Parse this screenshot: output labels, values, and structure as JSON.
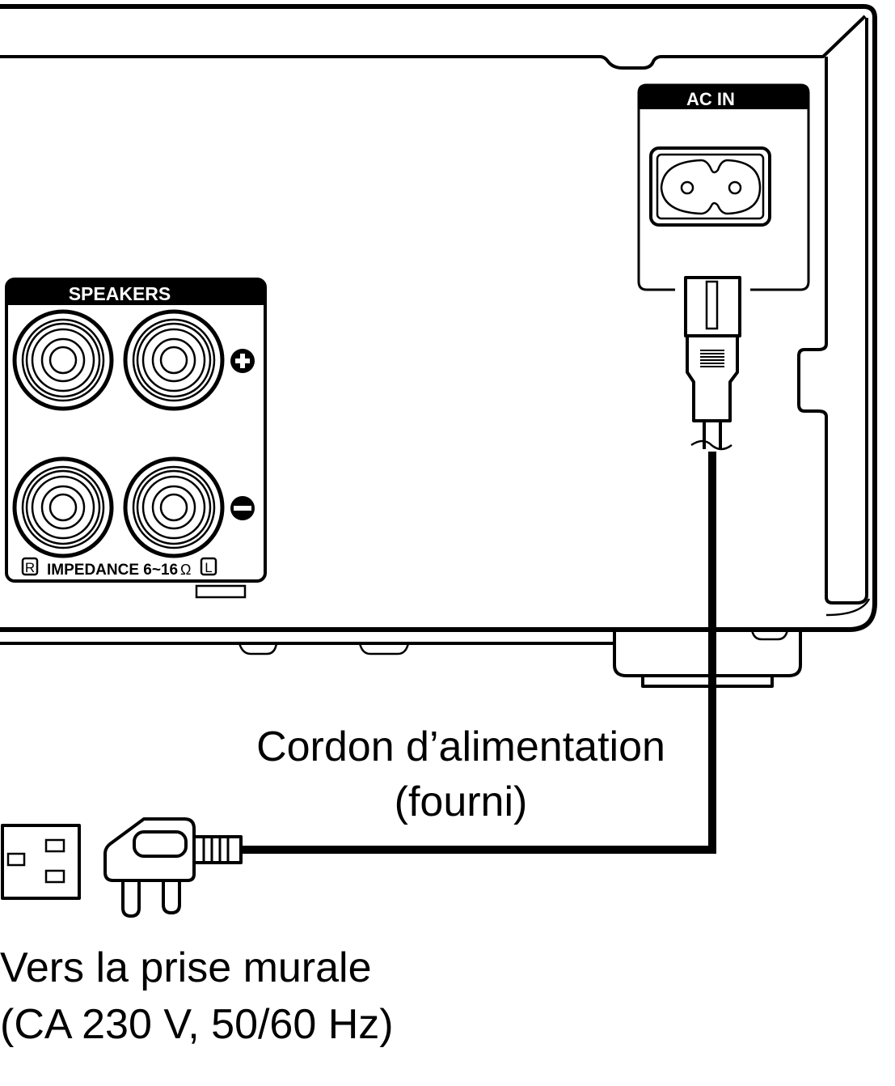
{
  "speakers_panel": {
    "title": "SPEAKERS",
    "plus_symbol": "+",
    "minus_symbol": "−",
    "right_marker": "R",
    "impedance_label": "IMPEDANCE 6~16",
    "ohm_symbol": "Ω",
    "left_marker": "L"
  },
  "ac_in_panel": {
    "title": "AC IN"
  },
  "captions": {
    "power_cord_line1": "Cordon d’alimentation",
    "power_cord_line2": "(fourni)",
    "wall_outlet_line1": "Vers la prise murale",
    "wall_outlet_line2": "(CA 230 V, 50/60 Hz)"
  },
  "colors": {
    "ink": "#000000",
    "background": "#ffffff"
  }
}
